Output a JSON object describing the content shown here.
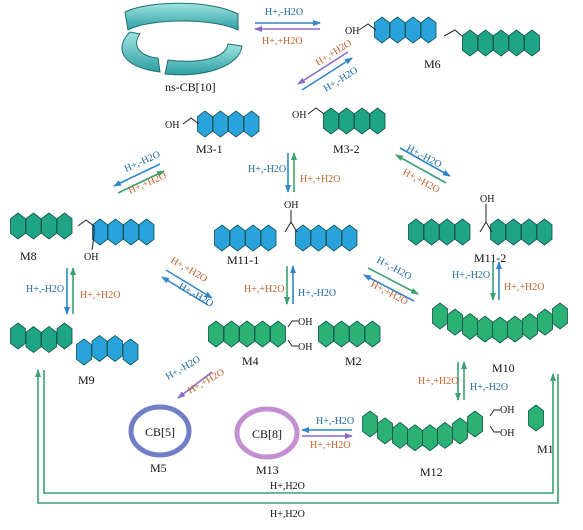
{
  "colors": {
    "blue": "#2aa3dd",
    "teal": "#1fa586",
    "green": "#2bb174",
    "ring5": "#6f7fc4",
    "ring8": "#c38fd2",
    "arrow_blue": "#2f86c8",
    "arrow_purple": "#8a6ac6",
    "arrow_green": "#3ba26f",
    "text_blue": "#1b6aa5",
    "text_orange": "#c5602a"
  },
  "labels": {
    "nscb10": "ns-CB[10]",
    "m6": "M6",
    "m3_1": "M3-1",
    "m3_2": "M3-2",
    "m8": "M8",
    "m11_1": "M11-1",
    "m11_2": "M11-2",
    "m9": "M9",
    "m4": "M4",
    "m2": "M2",
    "m10": "M10",
    "m5": "M5",
    "m13": "M13",
    "m12": "M12",
    "m1": "M1",
    "cb5": "CB[5]",
    "cb8": "CB[8]"
  },
  "conditions": {
    "dehydrate": "H+,-H2O",
    "hydrate": "H+,+H2O",
    "bottom_1": "H+,H2O",
    "bottom_2": "H+,H2O"
  },
  "hydroxyl": "OH"
}
